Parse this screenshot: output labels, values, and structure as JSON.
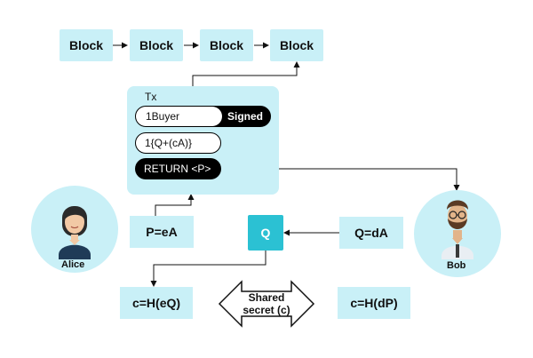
{
  "blocks": [
    "Block",
    "Block",
    "Block",
    "Block"
  ],
  "tx": {
    "title": "Tx",
    "buyer_label": "1Buyer",
    "signed_label": "Signed",
    "q_label": "1{Q+(cA)}",
    "return_label": "RETURN <P>"
  },
  "boxes": {
    "p_eq": "P=eA",
    "q_eq": "Q=dA",
    "q_node": "Q",
    "c_left": "c=H(eQ)",
    "c_right": "c=H(dP)",
    "shared_line1": "Shared",
    "shared_line2": "secret (c)"
  },
  "people": {
    "alice": "Alice",
    "bob": "Bob"
  },
  "colors": {
    "light_cyan": "#c9f0f7",
    "teal": "#2bc1d3",
    "black": "#000000"
  }
}
